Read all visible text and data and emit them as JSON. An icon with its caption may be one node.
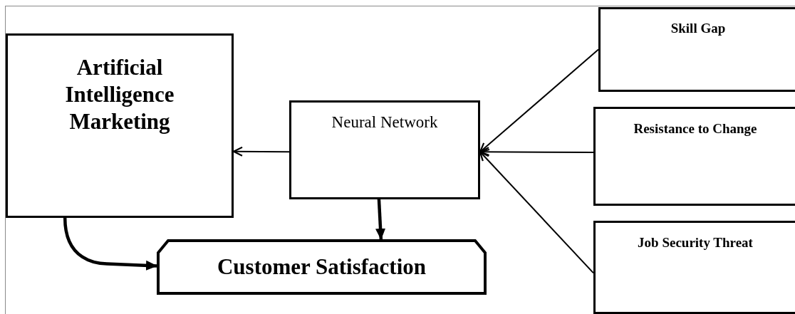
{
  "diagram": {
    "nodes": [
      {
        "text": [
          "Artificial Intelligence Marketing"
        ]
      },
      {
        "text": [
          "Neural Network"
        ]
      },
      {
        "text": [
          "Skill Gap"
        ]
      },
      {
        "text": [
          "Resistance to Change"
        ]
      },
      {
        "text": [
          "Job Security Threat"
        ]
      },
      {
        "text": [
          "Customer Satisfaction"
        ]
      }
    ],
    "edges": [
      {
        "from": 1,
        "to": 0,
        "arrow": "to"
      },
      {
        "from": 2,
        "to": 1,
        "arrow": "to"
      },
      {
        "from": 3,
        "to": 1,
        "arrow": "to"
      },
      {
        "from": 4,
        "to": 1,
        "arrow": "to"
      },
      {
        "from": 1,
        "to": 5,
        "arrow": "to",
        "style": "thick"
      },
      {
        "from": 0,
        "to": 5,
        "arrow": "to",
        "style": "thick"
      }
    ]
  }
}
